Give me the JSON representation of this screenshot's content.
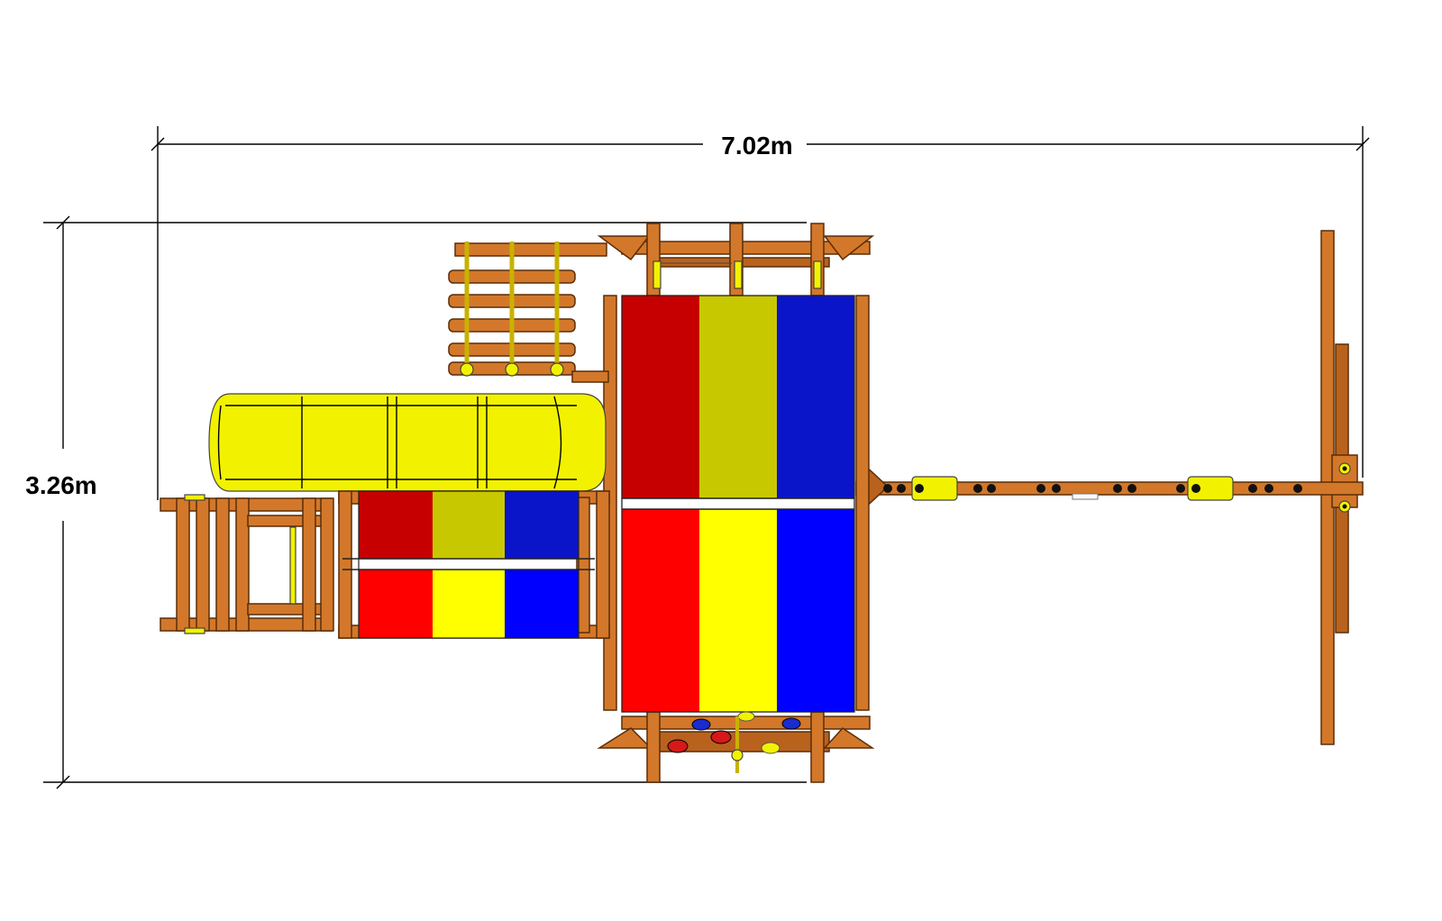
{
  "dimensions": {
    "width_label": "7.02m",
    "height_label": "3.26m"
  },
  "colors": {
    "wood": "#d3782a",
    "wood_outline": "#5a2d08",
    "slide": "#f2f200",
    "roof_red_dark": "#c60000",
    "roof_olive": "#c8c800",
    "roof_blue_dark": "#0a14c8",
    "roof_red": "#ff0000",
    "roof_yellow": "#ffff00",
    "roof_blue": "#0000ff",
    "background": "#ffffff"
  },
  "components": [
    "main-tower-roof",
    "small-tower-roof",
    "tube-slide",
    "rope-ladder",
    "swing-beam",
    "swing-a-frame",
    "entry-ladder",
    "rock-wall"
  ]
}
